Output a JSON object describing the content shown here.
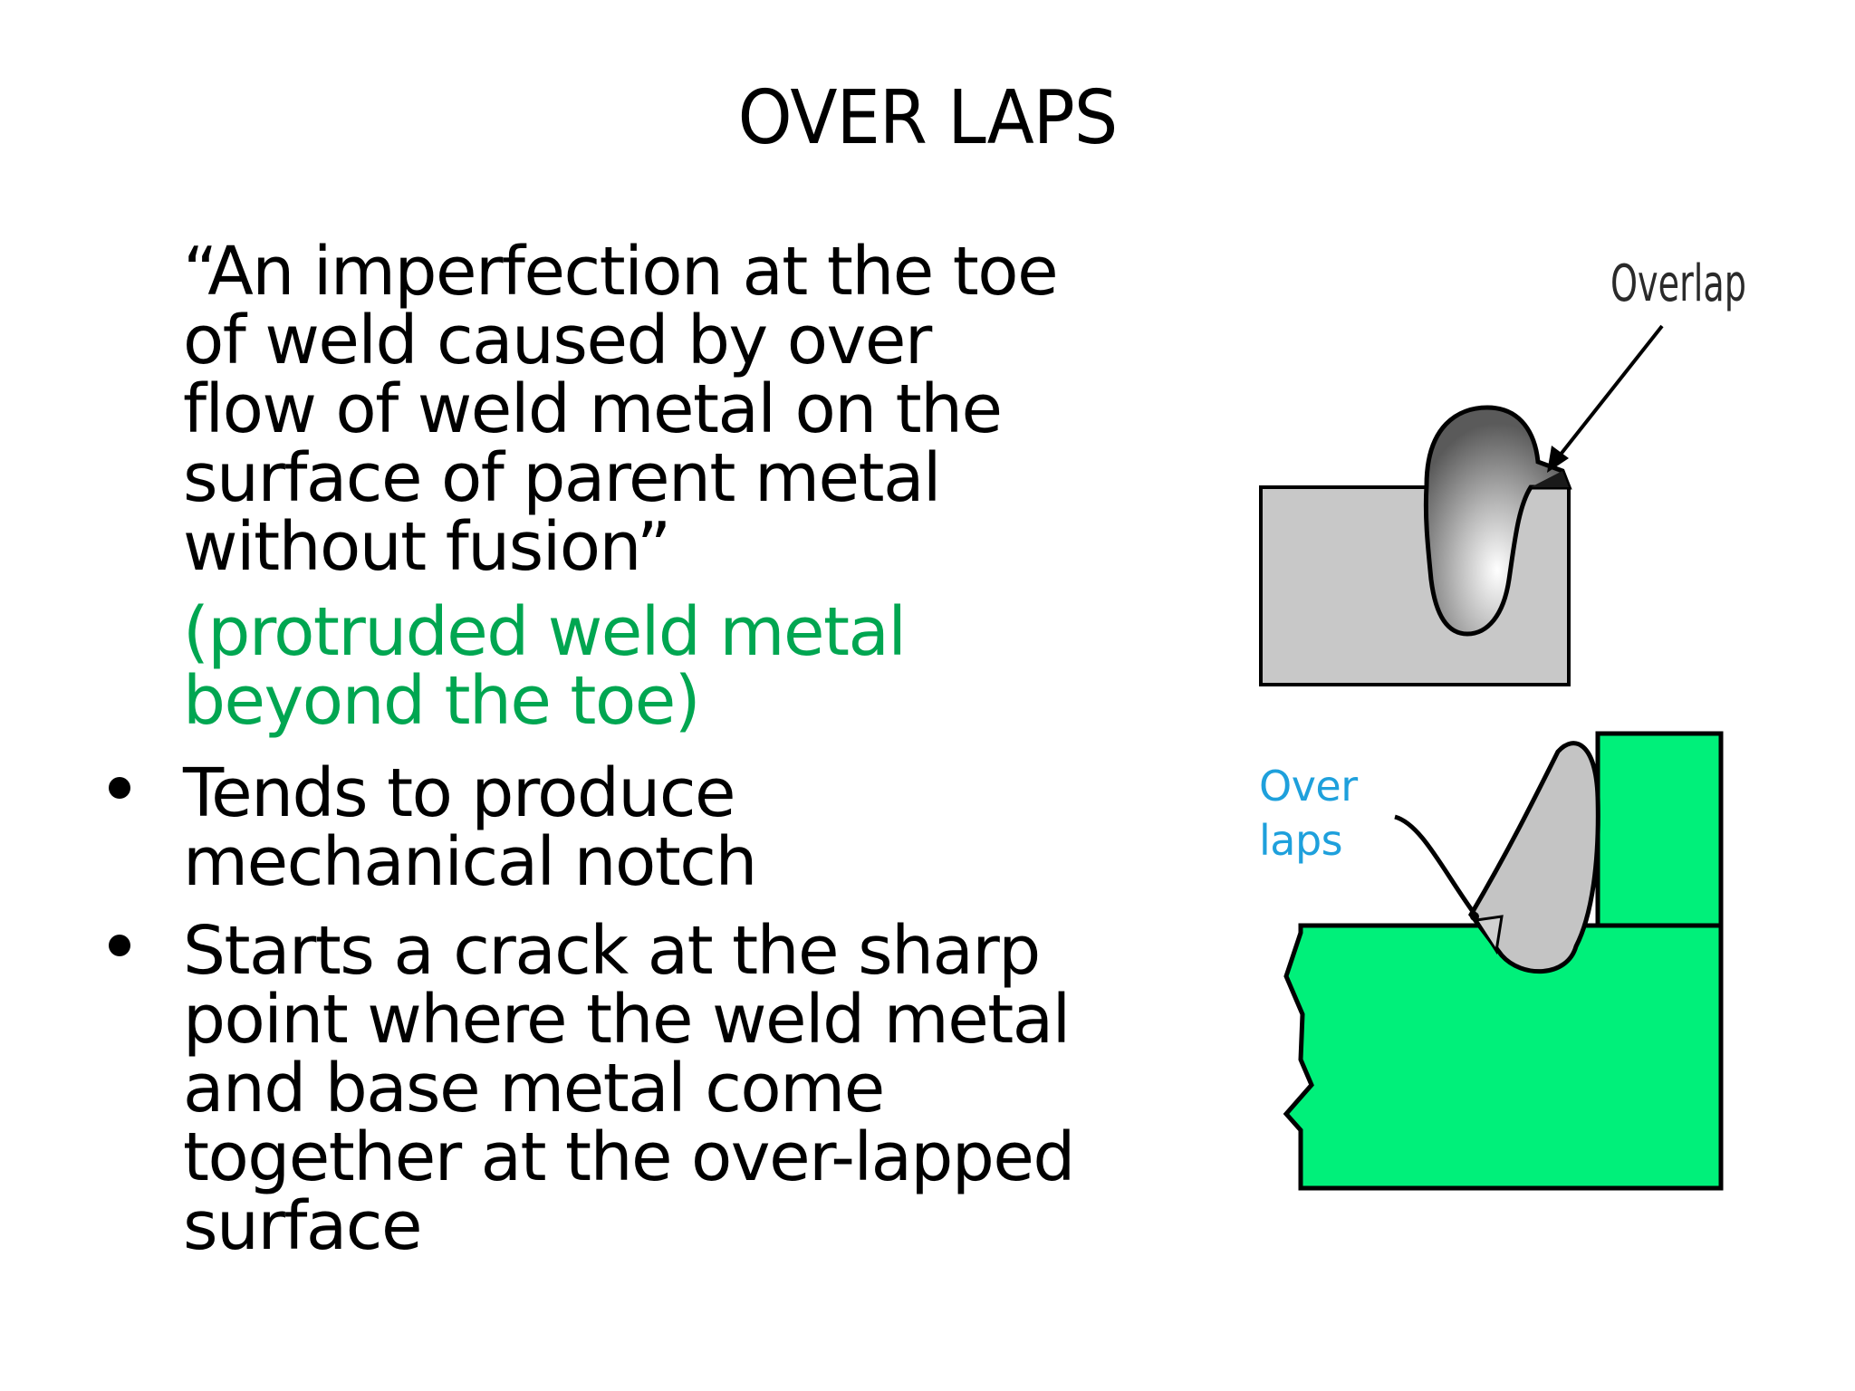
{
  "title": "OVER LAPS",
  "definition": {
    "lines": [
      "“An imperfection at the toe",
      "of  weld caused by over",
      "flow of  weld metal on the",
      "surface of  parent metal",
      "without fusion”"
    ]
  },
  "clarification": {
    "lines": [
      "(protruded weld metal",
      "beyond  the toe)"
    ],
    "color": "#00a651"
  },
  "bullets": [
    {
      "lines": [
        "Tends to produce",
        "mechanical  notch"
      ]
    },
    {
      "lines": [
        "Starts a crack at the sharp",
        "point  where the weld metal",
        "and base  metal come",
        "together at the  over-lapped",
        "surface"
      ]
    }
  ],
  "figure_top": {
    "label": "Overlap",
    "plate_color": "#c8c8c8"
  },
  "figure_bottom": {
    "label_lines": [
      "Over",
      "laps"
    ],
    "label_color": "#1ea0dc",
    "plate_color": "#00f07a",
    "weld_color": "#c4c4c4"
  }
}
